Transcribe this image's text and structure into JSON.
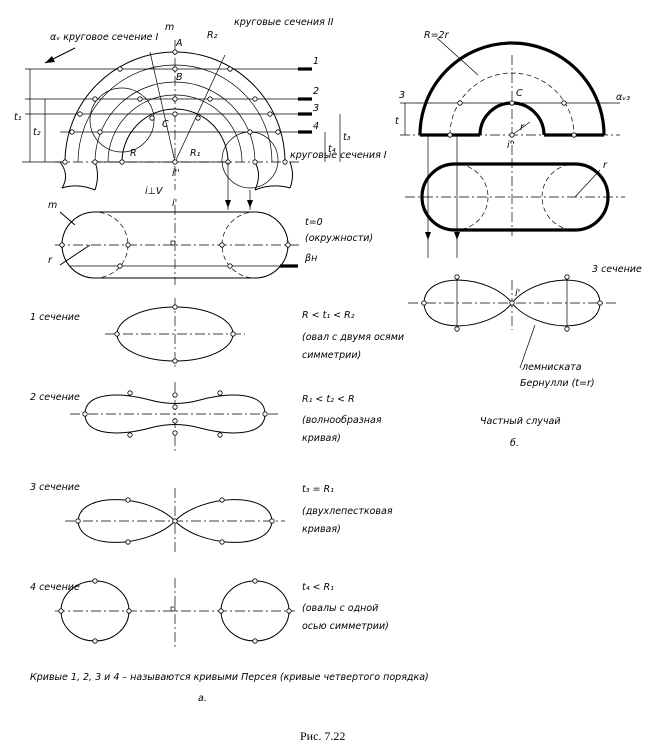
{
  "labels": {
    "alpha_v": "αᵥ круговое сечение I",
    "m_top": "m",
    "r2_top": "R₂",
    "circ_sec2": "круговые сечения II",
    "A": "A",
    "B": "B",
    "C": "C",
    "n1": "1",
    "n2": "2",
    "n3": "3",
    "n4": "4",
    "t1": "t₁",
    "t2": "t₂",
    "t3": "t₃",
    "t4": "t₄",
    "R": "R",
    "R1": "R₁",
    "i2": "i''",
    "circ_sec1": "круговые сечения I",
    "iperpV": "i⊥V",
    "m_bot": "m",
    "i_plan": "i'",
    "t0": "t=0",
    "circles": "(окружности)",
    "betaH": "βн",
    "r_plan": "r",
    "R2r": "R=2r",
    "n3b": "3",
    "t_b": "t",
    "C_b": "C",
    "r_b": "r",
    "i2_b": "i''",
    "alpha_v2": "αᵥ₃",
    "r_plan_b": "r",
    "sec3_b": "3 сечение",
    "i_b": "i'",
    "lemn": "лемниската",
    "bern": "Бернулли (t=r)",
    "special": "Частный случай",
    "b_label": "б.",
    "a_label": "а.",
    "figure_caption": "Рис. 7.22"
  },
  "sections": [
    {
      "name": "1 сечение",
      "formula": "R < t₁ < R₂",
      "desc": [
        "(овал с двумя осями",
        "симметрии)"
      ]
    },
    {
      "name": "2 сечение",
      "formula": "R₁ < t₂ < R",
      "desc": [
        "(волнообразная",
        "кривая)"
      ]
    },
    {
      "name": "3 сечение",
      "formula": "t₃ = R₁",
      "desc": [
        "(двухлепестковая",
        "кривая)"
      ]
    },
    {
      "name": "4 сечение",
      "formula": "t₄ < R₁",
      "desc": [
        "(овалы с одной",
        "осью симметрии)"
      ]
    }
  ],
  "persei_note": "Кривые 1, 2, 3 и 4 – называются кривыми Персея (кривые четвертого порядка)"
}
